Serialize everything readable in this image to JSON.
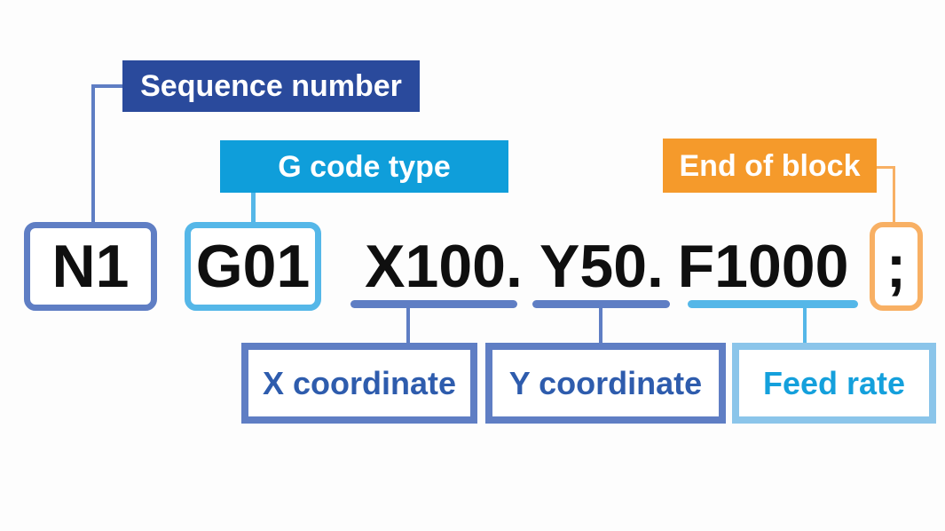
{
  "top_labels": {
    "sequence_number": "Sequence number",
    "g_code_type": "G code type",
    "end_of_block": "End of block"
  },
  "code_line": {
    "sequence_number": "N1",
    "g_code": "G01",
    "x_word": "X100.",
    "y_word": "Y50.",
    "f_word": "F1000",
    "end_of_block": ";"
  },
  "bottom_labels": {
    "x_coordinate": "X coordinate",
    "y_coordinate": "Y coordinate",
    "feed_rate": "Feed rate"
  },
  "colors": {
    "navy_fill": "#2a4a9c",
    "cyan_fill": "#0f9eda",
    "orange_fill": "#f59a2b",
    "steel_blue": "#5f7ec4",
    "light_blue": "#55b7e8",
    "pale_blue_border": "#8bc5ea",
    "pale_orange_border": "#f8b064",
    "coordinate_text": "#2e5cad",
    "feed_rate_text": "#14a0dc",
    "code_text": "#0f0f0f"
  }
}
